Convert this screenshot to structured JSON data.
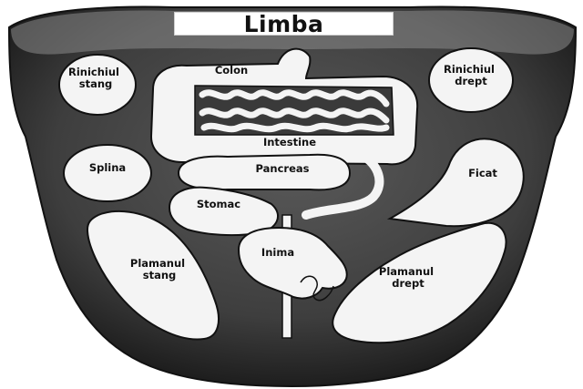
{
  "title": "Limba",
  "colors": {
    "background": "#ffffff",
    "tongue": "#4a4a4a",
    "tongue_dark": "#2a2a2a",
    "organ": "#f4f4f4",
    "outline": "#111111"
  },
  "labels": {
    "rinichiul_stang": [
      "Rinichiul",
      "stang"
    ],
    "colon": "Colon",
    "rinichiul_drept": [
      "Rinichiul",
      "drept"
    ],
    "intestine": "Intestine",
    "splina": "Splina",
    "pancreas": "Pancreas",
    "ficat": "Ficat",
    "stomac": "Stomac",
    "inima": "Inima",
    "plamanul_stang": [
      "Plamanul",
      "stang"
    ],
    "plamanul_drept": [
      "Plamanul",
      "drept"
    ]
  }
}
